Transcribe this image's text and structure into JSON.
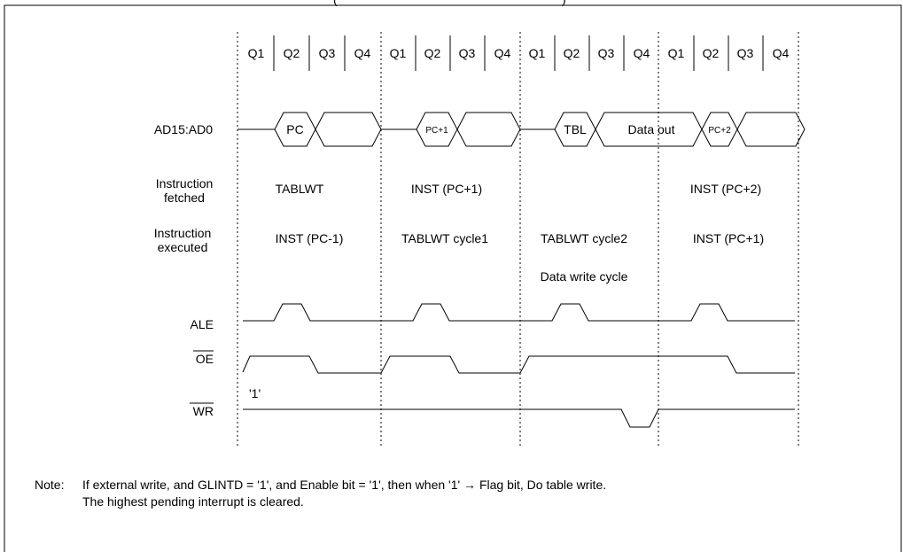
{
  "title_fragment": "(",
  "title_fragment_right": ")",
  "quarters": [
    "Q1",
    "Q2",
    "Q3",
    "Q4"
  ],
  "signals": {
    "bus": "AD15:AD0",
    "ale": "ALE",
    "oe": "OE",
    "wr": "WR"
  },
  "bus_labels": {
    "pc": "PC",
    "pc1": "PC+1",
    "tbl": "TBL",
    "data_out": "Data out",
    "pc2": "PC+2"
  },
  "rows": {
    "fetched_label_1": "Instruction",
    "fetched_label_2": "fetched",
    "executed_label_1": "Instruction",
    "executed_label_2": "executed",
    "fetched": [
      "TABLWT",
      "INST (PC+1)",
      "",
      "INST (PC+2)"
    ],
    "executed": [
      "INST (PC-1)",
      "TABLWT cycle1",
      "TABLWT cycle2",
      "INST (PC+1)"
    ],
    "data_write": "Data write cycle"
  },
  "wr_one": "'1'",
  "note": {
    "label": "Note:",
    "line1": "If external write, and GLINTD = '1', and Enable bit = '1', then when '1' → Flag bit, Do table write.",
    "line2": "The highest pending interrupt is cleared."
  }
}
